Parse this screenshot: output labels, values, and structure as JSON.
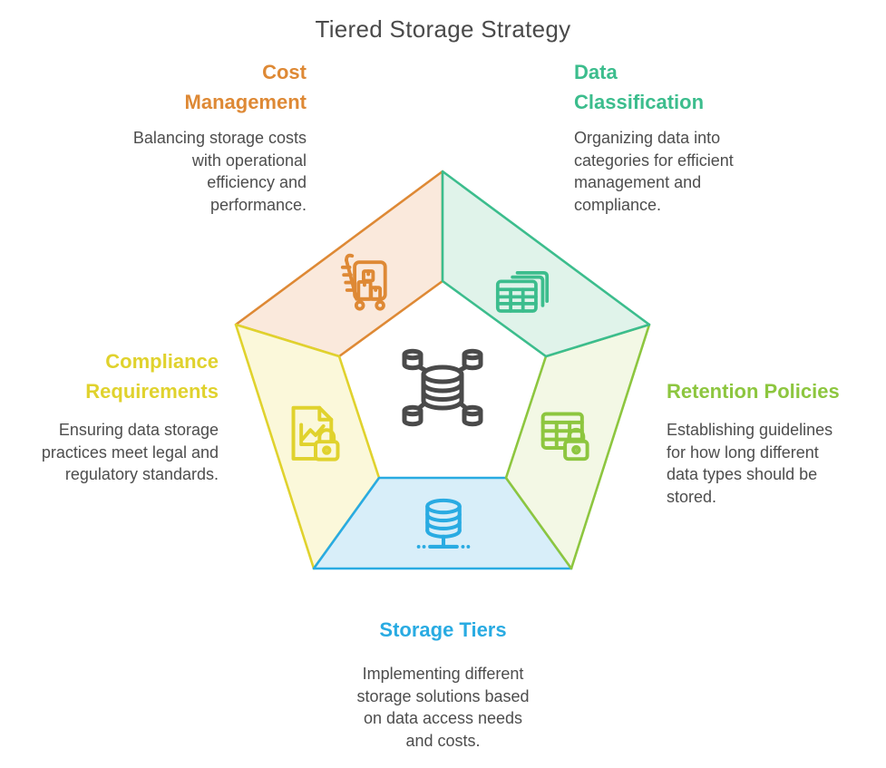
{
  "title": "Tiered Storage Strategy",
  "text_color": "#4D4D4D",
  "background": "#FFFFFF",
  "center_icon": "database-network-icon",
  "sections": {
    "cost": {
      "heading_lines": [
        "Cost",
        "Management"
      ],
      "body_lines": [
        "Balancing storage costs",
        "with operational",
        "efficiency and",
        "performance."
      ],
      "color": "#DE8935",
      "fill": "#FAE9DC",
      "icon": "shipping-cart-boxes-icon"
    },
    "data": {
      "heading_lines": [
        "Data",
        "Classification"
      ],
      "body_lines": [
        "Organizing data into",
        "categories for efficient",
        "management and",
        "compliance."
      ],
      "color": "#3CBD8D",
      "fill": "#E0F3EA",
      "icon": "stacked-tables-icon"
    },
    "retention": {
      "heading_lines": [
        "Retention Policies"
      ],
      "body_lines": [
        "Establishing guidelines",
        "for how long different",
        "data types should be",
        "stored."
      ],
      "color": "#8DC63F",
      "fill": "#F3F8E5",
      "icon": "table-lock-icon"
    },
    "storage": {
      "heading_lines": [
        "Storage Tiers"
      ],
      "body_lines": [
        "Implementing different",
        "storage solutions based",
        "on data access needs",
        "and costs."
      ],
      "color": "#29ABE2",
      "fill": "#D8EEF9",
      "icon": "database-server-icon"
    },
    "compliance": {
      "heading_lines": [
        "Compliance",
        "Requirements"
      ],
      "body_lines": [
        "Ensuring data storage",
        "practices meet legal and",
        "regulatory standards."
      ],
      "color": "#E0D22D",
      "fill": "#FBF8DA",
      "icon": "document-chart-lock-icon"
    }
  }
}
